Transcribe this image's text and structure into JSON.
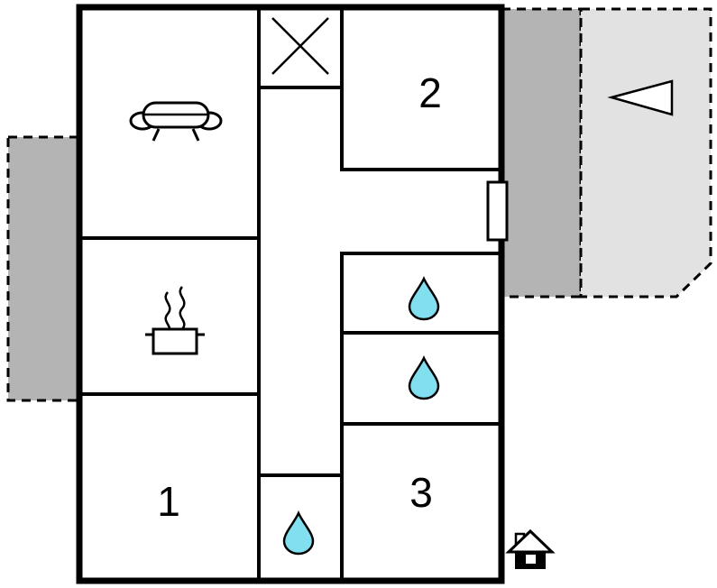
{
  "floorplan": {
    "rooms": {
      "room1": {
        "label": "1"
      },
      "room2": {
        "label": "2"
      },
      "room3": {
        "label": "3"
      }
    },
    "colors": {
      "wall": "#000000",
      "floor": "#ffffff",
      "water_drop": "#82dff0",
      "terrace_dark": "#b4b4b4",
      "terrace_light": "#e2e2e2"
    },
    "icons": {
      "living_area": "sofa-icon",
      "kitchen": "cooking-pot-icon",
      "bathroom": "water-drop-icon",
      "utility": "cross-icon",
      "orientation": "direction-arrow-icon",
      "entrance": "house-icon",
      "door": "door-opening"
    }
  }
}
